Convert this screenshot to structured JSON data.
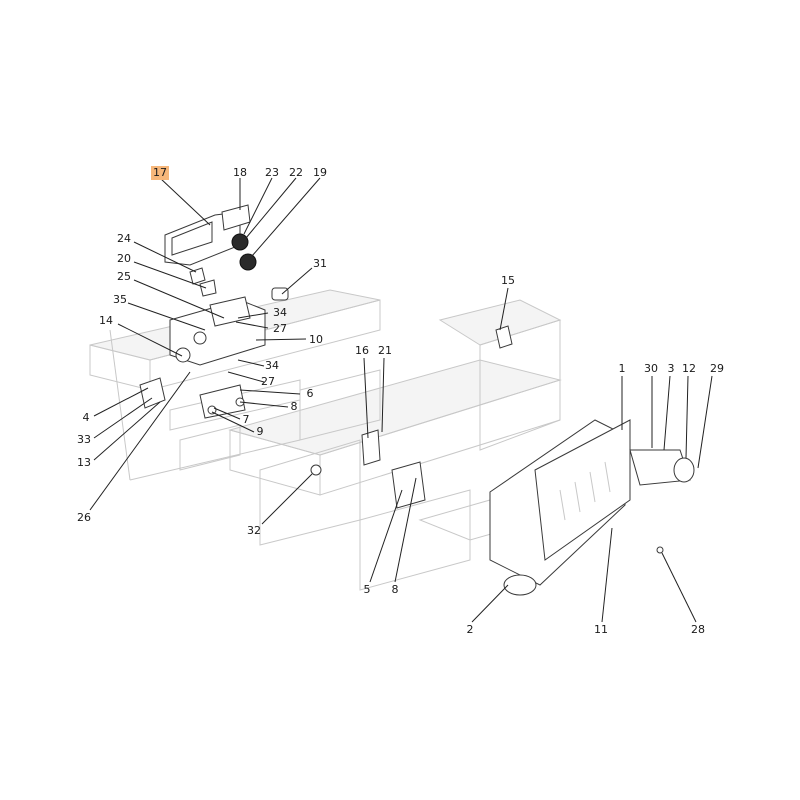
{
  "highlight_color": "#f7b77a",
  "callouts": [
    {
      "id": "c17",
      "label": "17",
      "highlight": true
    },
    {
      "id": "c18",
      "label": "18"
    },
    {
      "id": "c23",
      "label": "23"
    },
    {
      "id": "c22",
      "label": "22"
    },
    {
      "id": "c19",
      "label": "19"
    },
    {
      "id": "c24",
      "label": "24"
    },
    {
      "id": "c20",
      "label": "20"
    },
    {
      "id": "c25",
      "label": "25"
    },
    {
      "id": "c31",
      "label": "31"
    },
    {
      "id": "c35",
      "label": "35"
    },
    {
      "id": "c34a",
      "label": "34"
    },
    {
      "id": "c27a",
      "label": "27"
    },
    {
      "id": "c14",
      "label": "14"
    },
    {
      "id": "c10",
      "label": "10"
    },
    {
      "id": "c34b",
      "label": "34"
    },
    {
      "id": "c27b",
      "label": "27"
    },
    {
      "id": "c6",
      "label": "6"
    },
    {
      "id": "c8a",
      "label": "8"
    },
    {
      "id": "c7",
      "label": "7"
    },
    {
      "id": "c9",
      "label": "9"
    },
    {
      "id": "c4",
      "label": "4"
    },
    {
      "id": "c33",
      "label": "33"
    },
    {
      "id": "c13",
      "label": "13"
    },
    {
      "id": "c26",
      "label": "26"
    },
    {
      "id": "c32",
      "label": "32"
    },
    {
      "id": "c15",
      "label": "15"
    },
    {
      "id": "c16",
      "label": "16"
    },
    {
      "id": "c21",
      "label": "21"
    },
    {
      "id": "c5",
      "label": "5"
    },
    {
      "id": "c8b",
      "label": "8"
    },
    {
      "id": "c1",
      "label": "1"
    },
    {
      "id": "c30",
      "label": "30"
    },
    {
      "id": "c3",
      "label": "3"
    },
    {
      "id": "c12",
      "label": "12"
    },
    {
      "id": "c29",
      "label": "29"
    },
    {
      "id": "c2",
      "label": "2"
    },
    {
      "id": "c11",
      "label": "11"
    },
    {
      "id": "c28",
      "label": "28"
    }
  ]
}
